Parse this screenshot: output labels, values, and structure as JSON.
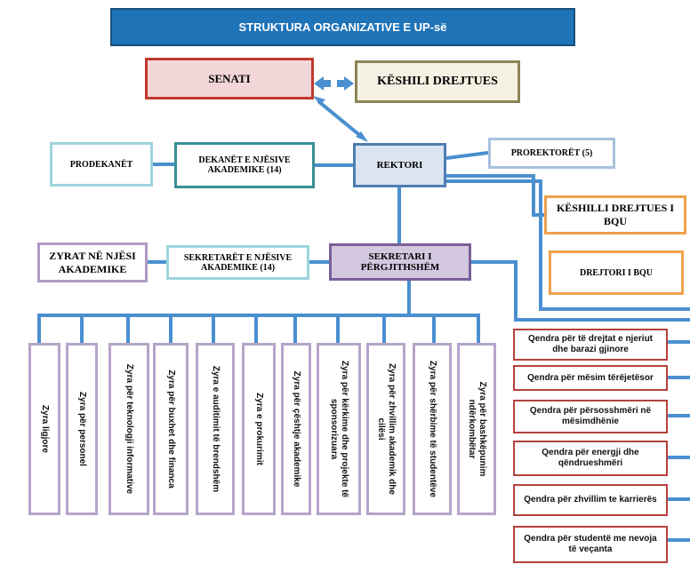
{
  "title": "STRUKTURA ORGANIZATIVE E UP-së",
  "top": {
    "senati": "SENATI",
    "keshili_drejtues": "KËSHILI DREJTUES",
    "rektori": "REKTORI",
    "prorektoret": "PROREKTORËT (5)",
    "dekanet": "DEKANËT E NJËSIVE AKADEMIKE (14)",
    "prodekanet": "PRODEKANËT",
    "keshilli_bqu": "KËSHILLI DREJTUES I BQU",
    "drejtori_bqu": "DREJTORI I BQU"
  },
  "middle": {
    "zyrat_njesi": "ZYRAT NË NJËSI AKADEMIKE",
    "sekretaret": "SEKRETARËT E NJËSIVE AKADEMIKE (14)",
    "sekretari": "SEKRETARI I PËRGJITHSHËM"
  },
  "offices": [
    "Zyra ligjore",
    "Zyra për personel",
    "Zyra për teknologji informative",
    "Zyra për buxhet dhe financa",
    "Zyra e auditimit të brendshëm",
    "Zyra e prokurimit",
    "Zyra për çështje akademike",
    "Zyra për kërkime dhe projekte të sponsorizuara",
    "Zyra për zhvillim akademik dhe cilësi",
    "Zyra për shërbime të studentëve",
    "Zyra për bashkëpunim ndërkombëtar"
  ],
  "centers": [
    "Qendra për të drejtat e njeriut dhe barazi gjinore",
    "Qendra për mësim tërëjetësor",
    "Qendra për përsosshmëri në mësimdhënie",
    "Qendra për energji dhe qëndrueshmëri",
    "Qendra për zhvillim te karrierës",
    "Qendra për studentë me nevoja të veçanta"
  ],
  "colors": {
    "connector": "#4a8fcf",
    "title_bg": "#1f73b7",
    "center_border": "#b5413b",
    "office_border": "#b5a5c9"
  }
}
